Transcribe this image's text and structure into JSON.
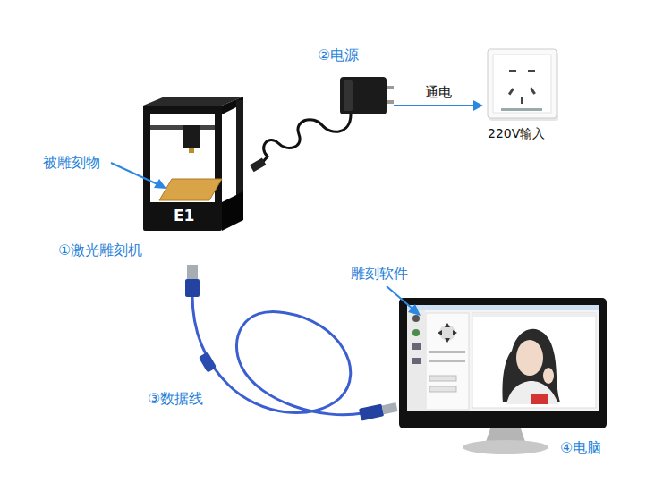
{
  "diagram": {
    "nodes": [
      {
        "text": [
          "①激光雕刻机"
        ]
      },
      {
        "text": [
          "②电源"
        ]
      },
      {
        "text": [
          "220V输入"
        ]
      },
      {
        "text": [
          "③数据线"
        ]
      },
      {
        "text": [
          "④电脑"
        ]
      }
    ],
    "edges": [
      {
        "from": 1,
        "to": 2,
        "arrow": "to",
        "label": "通电"
      }
    ],
    "labels": [
      "被雕刻物",
      "E1",
      "雕刻软件"
    ]
  }
}
